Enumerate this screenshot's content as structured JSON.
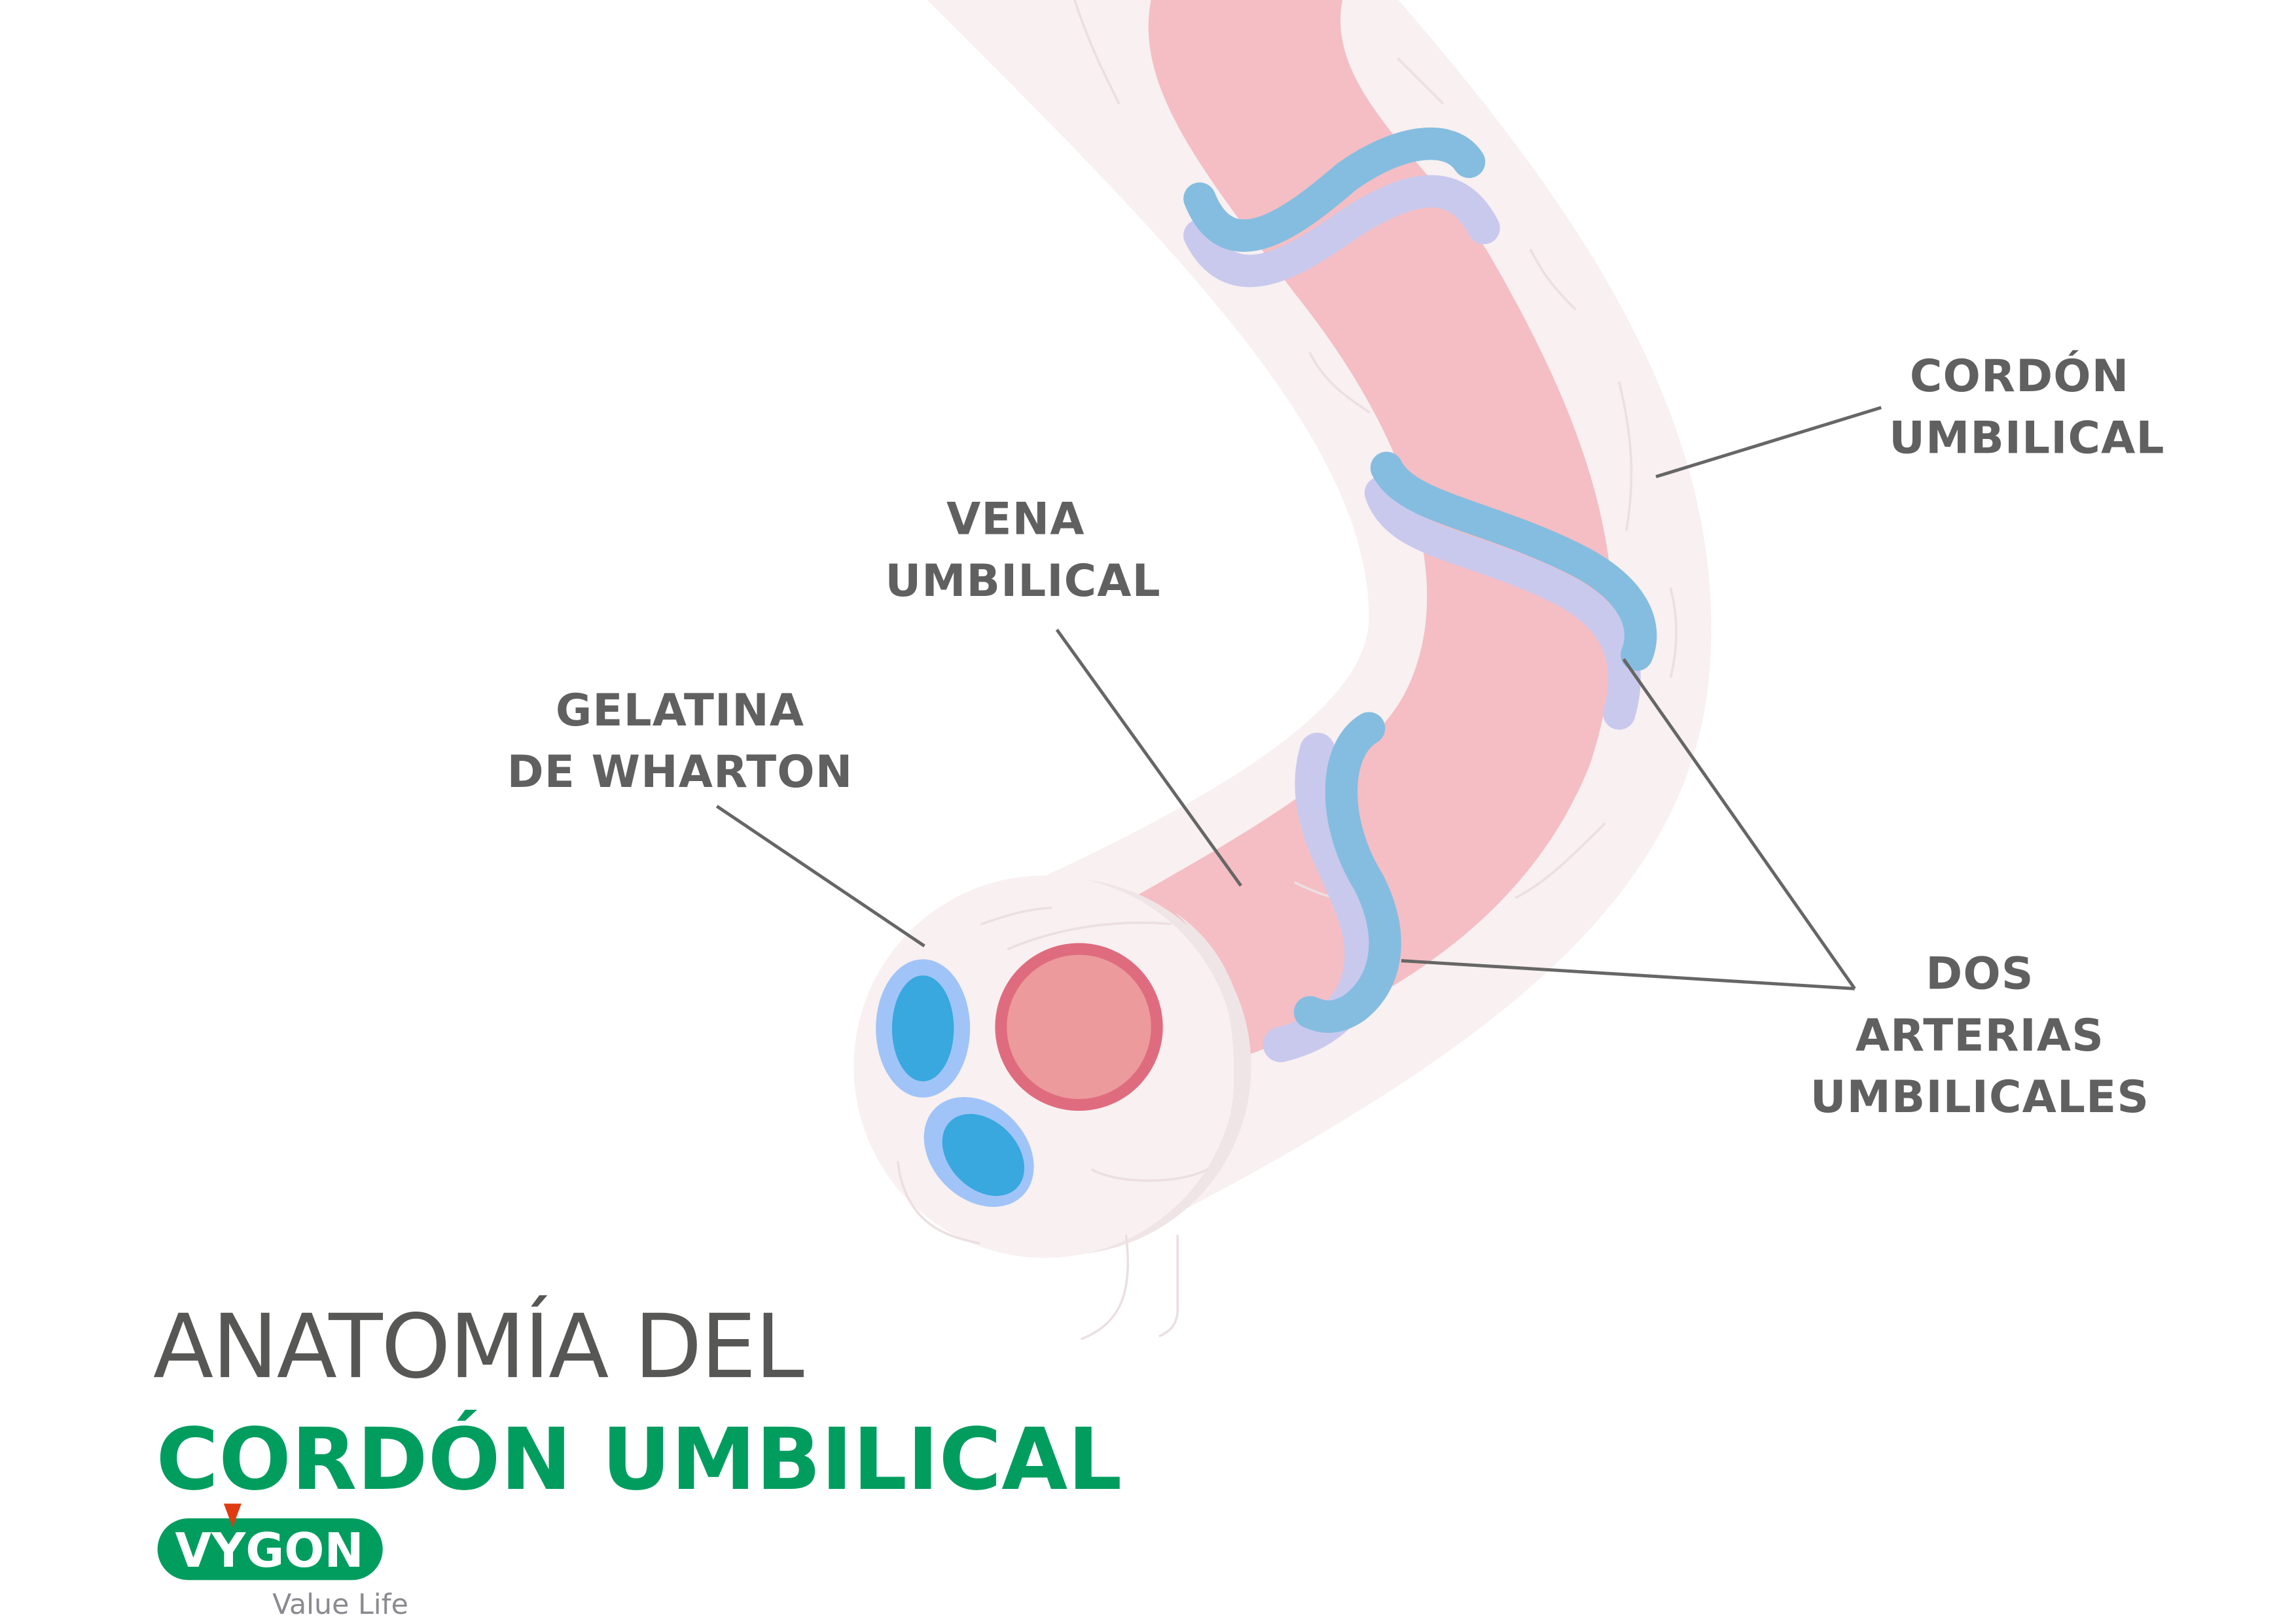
{
  "labels": {
    "cordon": [
      "CORDÓN",
      "UMBILICAL"
    ],
    "vena": [
      "VENA",
      "UMBILICAL"
    ],
    "gelatina": [
      "GELATINA",
      "DE WHARTON"
    ],
    "arterias": [
      "DOS",
      "ARTERIAS",
      "UMBILICALES"
    ]
  },
  "title": {
    "line1": "ANATOMÍA DEL",
    "line2": "CORDÓN UMBILICAL"
  },
  "logo": {
    "brand": "VYGON",
    "tagline": "Value Life"
  },
  "colors": {
    "jelly": "#f8f0f1",
    "vein": "#f4bec4",
    "vein_ring": "#df6c7e",
    "vein_lumen": "#ec9a9c",
    "artery": "#85bde0",
    "artery_shadow": "#c9c9ee",
    "artery_ring": "#a0c4f8",
    "artery_lumen": "#38a8df",
    "brand_green": "#009d5f"
  }
}
